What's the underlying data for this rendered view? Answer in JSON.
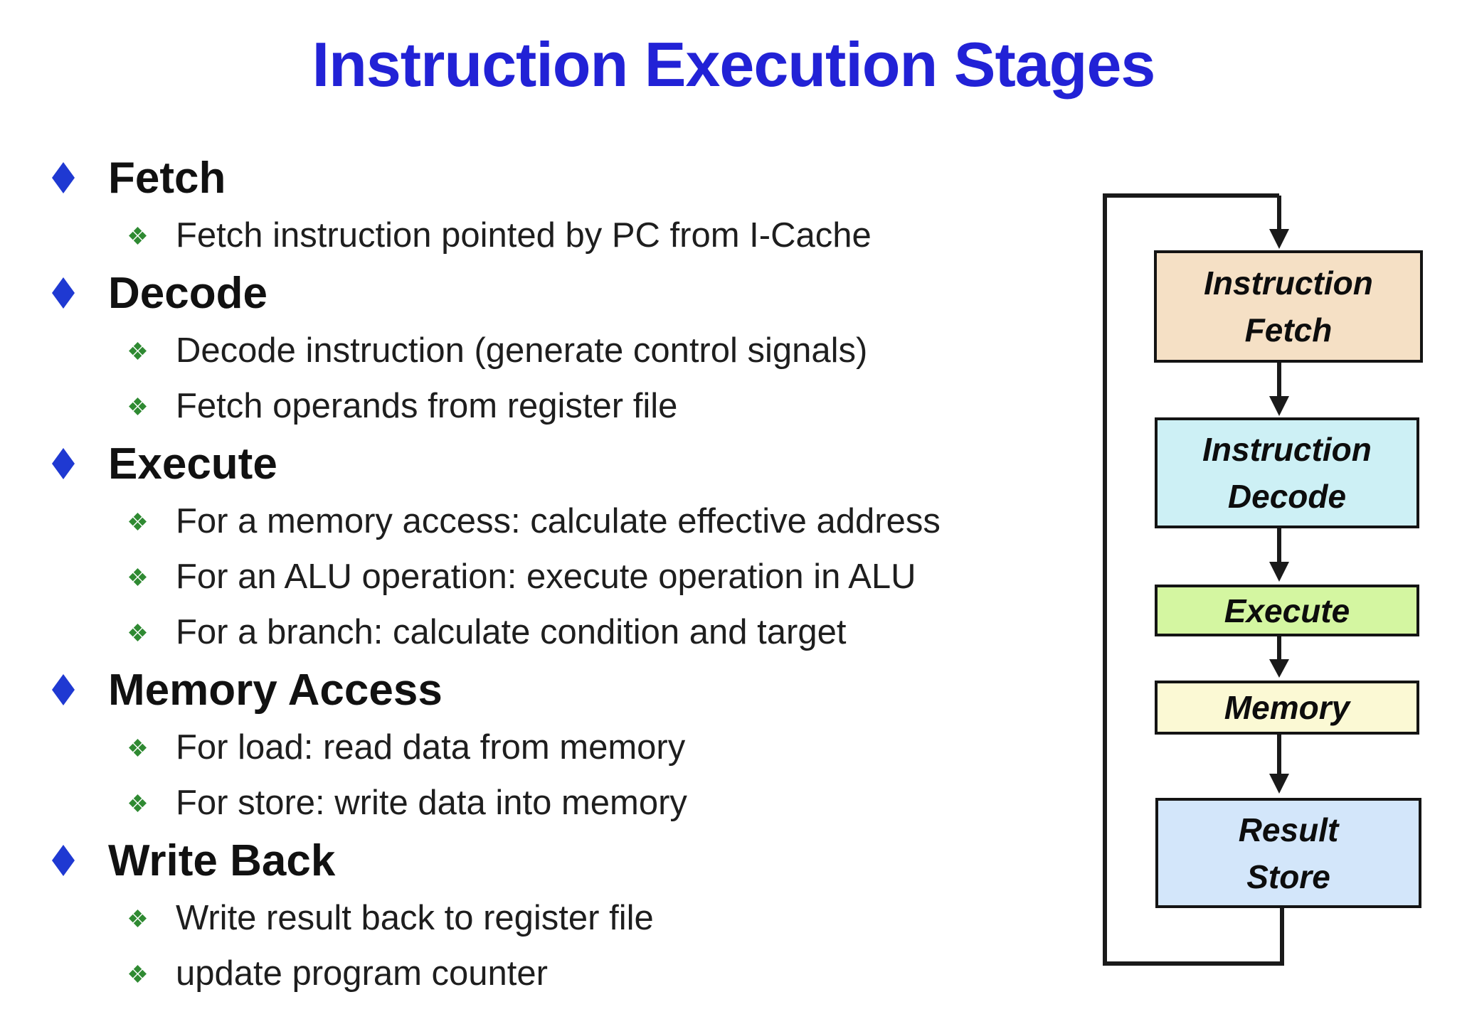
{
  "title": "Instruction Execution Stages",
  "colors": {
    "title_blue": "#2222d6",
    "bullet_blue": "#1f39d2",
    "sub_bullet_green": "#2f8a32",
    "wire_black": "#1a1a1a",
    "box_fills": {
      "instruction_fetch": "#f5e0c5",
      "instruction_decode": "#cdf0f5",
      "execute": "#d4f6a1",
      "memory": "#fbf9d4",
      "result_store": "#d3e6fa"
    }
  },
  "list": [
    {
      "label": "Fetch",
      "subs": [
        "Fetch instruction pointed by PC from I-Cache"
      ]
    },
    {
      "label": "Decode",
      "subs": [
        "Decode instruction (generate control signals)",
        "Fetch operands from register file"
      ]
    },
    {
      "label": "Execute",
      "subs": [
        "For a memory access: calculate effective address",
        "For an ALU operation: execute operation in ALU",
        "For a branch: calculate condition and target"
      ]
    },
    {
      "label": "Memory Access",
      "subs": [
        "For load: read data from memory",
        "For store: write data into memory"
      ]
    },
    {
      "label": "Write Back",
      "subs": [
        "Write result back to register file",
        "update program counter"
      ]
    }
  ],
  "flowchart": {
    "boxes": [
      {
        "lines": [
          "Instruction",
          "Fetch"
        ]
      },
      {
        "lines": [
          "Instruction",
          "Decode"
        ]
      },
      {
        "lines": [
          "Execute"
        ]
      },
      {
        "lines": [
          "Memory"
        ]
      },
      {
        "lines": [
          "Result",
          "Store"
        ]
      }
    ]
  }
}
